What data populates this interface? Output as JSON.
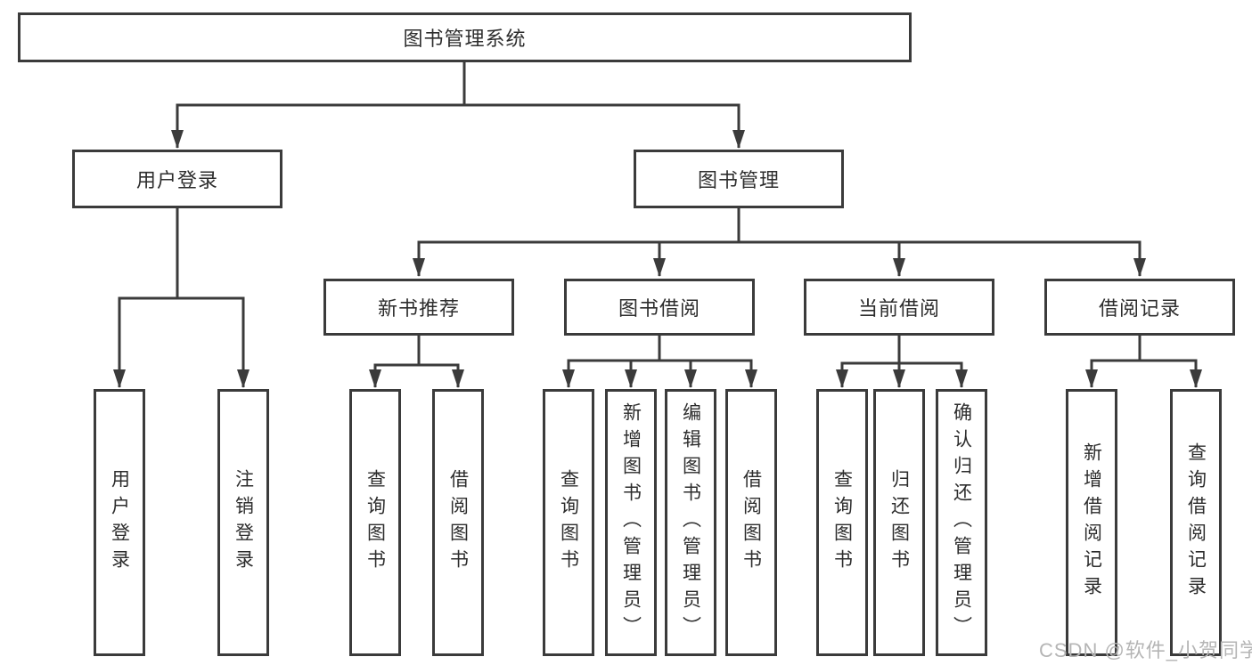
{
  "diagram": {
    "watermark": "CSDN @软件_小贺同学",
    "colors": {
      "line": "#3b3b3b",
      "text": "#2d2d2d",
      "box_background": "#ffffff",
      "watermark": "#b5b5b5"
    },
    "tree": {
      "root": {
        "label": "图书管理系统"
      },
      "branches": [
        {
          "label": "用户登录",
          "children": [
            {
              "label": "用户登录"
            },
            {
              "label": "注销登录"
            }
          ]
        },
        {
          "label": "图书管理",
          "children": [
            {
              "label": "新书推荐",
              "children": [
                {
                  "label": "查询图书"
                },
                {
                  "label": "借阅图书"
                }
              ]
            },
            {
              "label": "图书借阅",
              "children": [
                {
                  "label": "查询图书"
                },
                {
                  "label": "新增图书（管理员）"
                },
                {
                  "label": "编辑图书（管理员）"
                },
                {
                  "label": "借阅图书"
                }
              ]
            },
            {
              "label": "当前借阅",
              "children": [
                {
                  "label": "查询图书"
                },
                {
                  "label": "归还图书"
                },
                {
                  "label": "确认归还（管理员）"
                }
              ]
            },
            {
              "label": "借阅记录",
              "children": [
                {
                  "label": "新增借阅记录"
                },
                {
                  "label": "查询借阅记录"
                }
              ]
            }
          ]
        }
      ]
    }
  }
}
